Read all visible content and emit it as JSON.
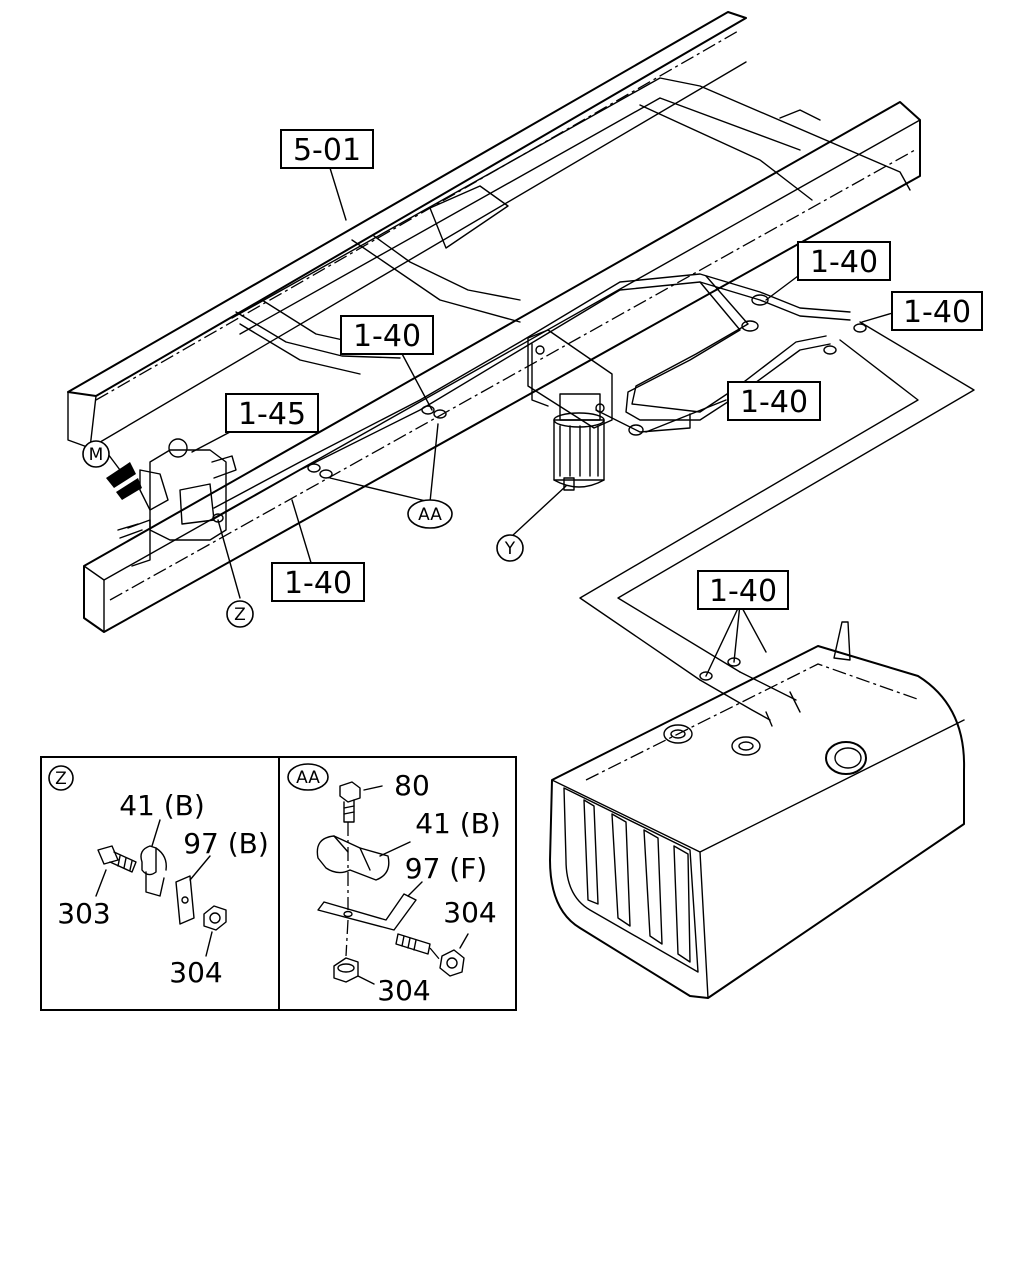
{
  "labels": {
    "ref_5_01": "5-01",
    "ref_1_45": "1-45",
    "ref_1_40_a": "1-40",
    "ref_1_40_b": "1-40",
    "ref_1_40_c": "1-40",
    "ref_1_40_d": "1-40",
    "ref_1_40_e": "1-40",
    "ref_1_40_f": "1-40"
  },
  "view_markers": {
    "m": "M",
    "z": "Z",
    "y": "Y",
    "aa": "AA"
  },
  "detail_z": {
    "marker": "Z",
    "parts": {
      "p41b": "41 (B)",
      "p97b": "97 (B)",
      "p303": "303",
      "p304": "304"
    }
  },
  "detail_aa": {
    "marker": "AA",
    "parts": {
      "p80": "80",
      "p41b": "41 (B)",
      "p97f": "97 (F)",
      "p304a": "304",
      "p304b": "304"
    }
  }
}
